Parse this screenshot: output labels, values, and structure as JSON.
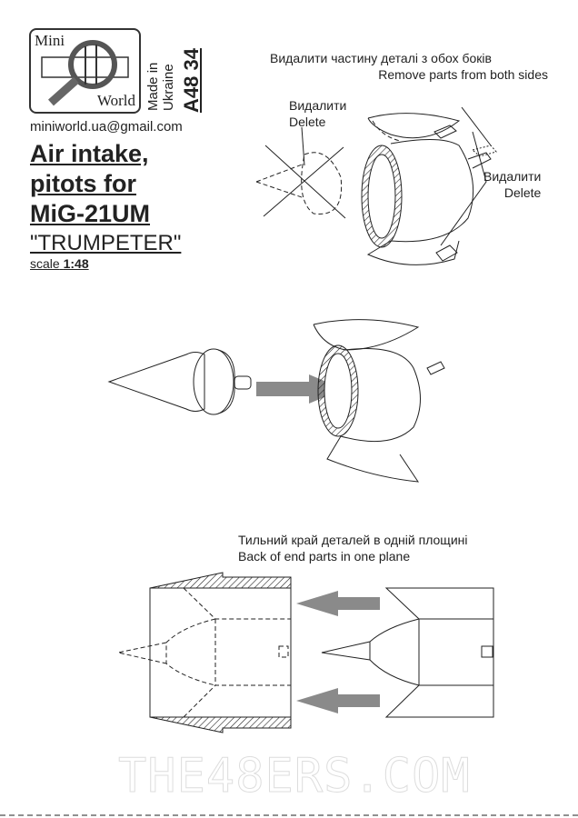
{
  "logo": {
    "top_word": "Mini",
    "bottom_word": "World"
  },
  "origin": {
    "line1": "Made in",
    "line2": "Ukraine"
  },
  "product_code": "A48 34",
  "email": "miniworld.ua@gmail.com",
  "title": {
    "line1": "Air intake,",
    "line2": "pitots for",
    "line3": "MiG-21UM"
  },
  "kit": "\"TRUMPETER\"",
  "scale": {
    "label": "scale",
    "value": "1:48"
  },
  "step1": {
    "remove_ua": "Видалити частину деталі з обох боків",
    "remove_en": "Remove parts from both sides",
    "delete_left_ua": "Видалити",
    "delete_left_en": "Delete",
    "delete_right_ua": "Видалити",
    "delete_right_en": "Delete"
  },
  "step3": {
    "note_ua": "Тильний край деталей в одній площині",
    "note_en": "Back of end parts in one plane"
  },
  "watermark": "THE48ERS.COM",
  "colors": {
    "arrow": "#8a8a8a",
    "line": "#222222"
  }
}
